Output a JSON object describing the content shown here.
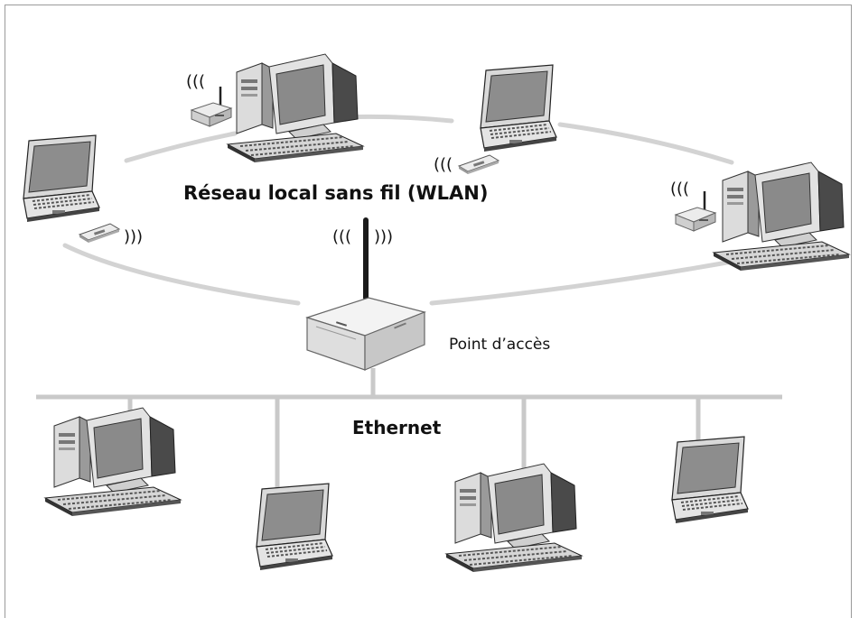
{
  "wlan_title": "Réseau local sans fil (WLAN)",
  "access_point_label": "Point d’accès",
  "ethernet_label": "Ethernet",
  "wave_left": "(((",
  "wave_right": ")))",
  "colors": {
    "ring": "#d3d3d3",
    "ethernet": "#c9c9c9",
    "device_dark": "#3a3a3a",
    "device_light": "#e6e6e6",
    "screen": "#8d8d8d"
  }
}
